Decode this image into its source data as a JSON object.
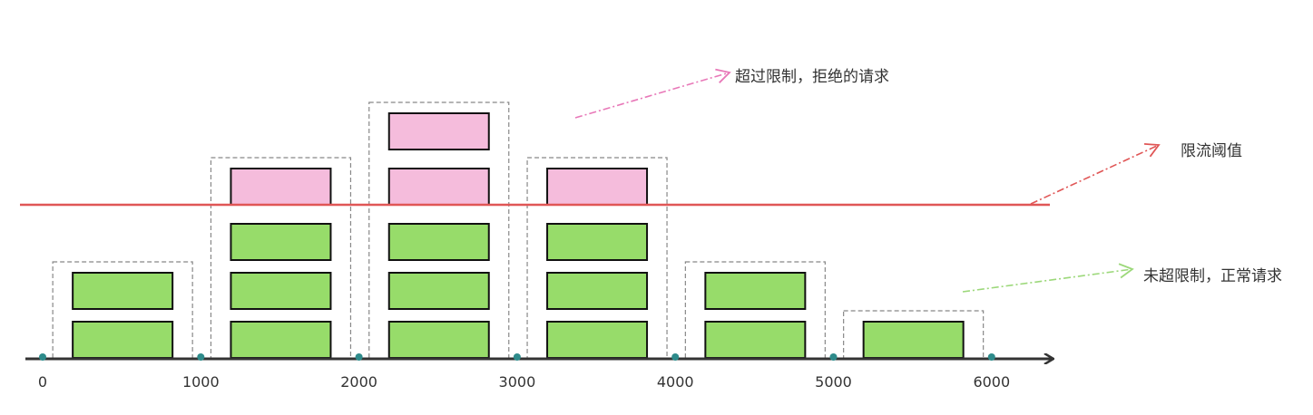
{
  "title": "限流示意图",
  "annotations": {
    "rejected": "超过限制，拒绝的请求",
    "threshold": "限流阈值",
    "accepted": "未超限制，正常请求"
  },
  "colors": {
    "accepted": "#97dc6a",
    "rejected": "#f5bcdc",
    "threshold_line": "#e05656",
    "rejected_arrow": "#e878b8",
    "threshold_arrow": "#e05656",
    "accepted_arrow": "#9cd87a",
    "axis": "#333333",
    "tick_dot": "#2e8b8b",
    "window_border": "#888888",
    "block_border": "#111111"
  },
  "chart_data": {
    "type": "bar",
    "x_ticks": [
      0,
      1000,
      2000,
      3000,
      4000,
      5000,
      6000
    ],
    "threshold": 3,
    "windows": [
      {
        "start": 0,
        "end": 1000,
        "accepted": 2,
        "rejected": 0
      },
      {
        "start": 1000,
        "end": 2000,
        "accepted": 3,
        "rejected": 1
      },
      {
        "start": 2000,
        "end": 3000,
        "accepted": 3,
        "rejected": 2
      },
      {
        "start": 3000,
        "end": 4000,
        "accepted": 3,
        "rejected": 1
      },
      {
        "start": 4000,
        "end": 5000,
        "accepted": 2,
        "rejected": 0
      },
      {
        "start": 5000,
        "end": 6000,
        "accepted": 1,
        "rejected": 0
      }
    ]
  }
}
